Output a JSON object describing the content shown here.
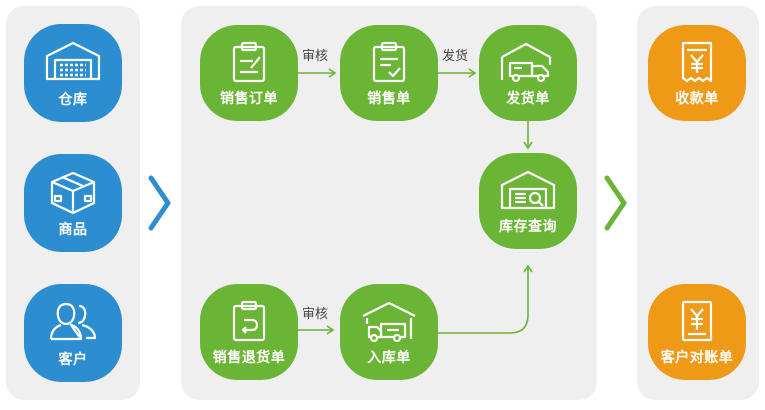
{
  "left_panel": {
    "nodes": [
      {
        "label": "仓库",
        "icon": "warehouse-icon"
      },
      {
        "label": "商品",
        "icon": "product-box-icon"
      },
      {
        "label": "客户",
        "icon": "customers-icon"
      }
    ]
  },
  "center_panel": {
    "nodes": [
      {
        "label": "销售订单",
        "icon": "clipboard-edit-icon"
      },
      {
        "label": "销售单",
        "icon": "clipboard-check-icon"
      },
      {
        "label": "发货单",
        "icon": "delivery-truck-icon"
      },
      {
        "label": "库存查询",
        "icon": "inventory-search-icon"
      },
      {
        "label": "销售退货单",
        "icon": "clipboard-return-icon"
      },
      {
        "label": "入库单",
        "icon": "inbound-truck-icon"
      }
    ],
    "edge_labels": {
      "order_to_sale": "审核",
      "sale_to_delivery": "发货",
      "return_to_inbound": "审核"
    }
  },
  "right_panel": {
    "nodes": [
      {
        "label": "收款单",
        "icon": "receipt-yen-icon"
      },
      {
        "label": "客户对账单",
        "icon": "statement-yen-icon"
      }
    ]
  },
  "colors": {
    "blue": "#2c8ed0",
    "green": "#6ab436",
    "orange": "#ee9a17",
    "panel": "#efefef"
  }
}
